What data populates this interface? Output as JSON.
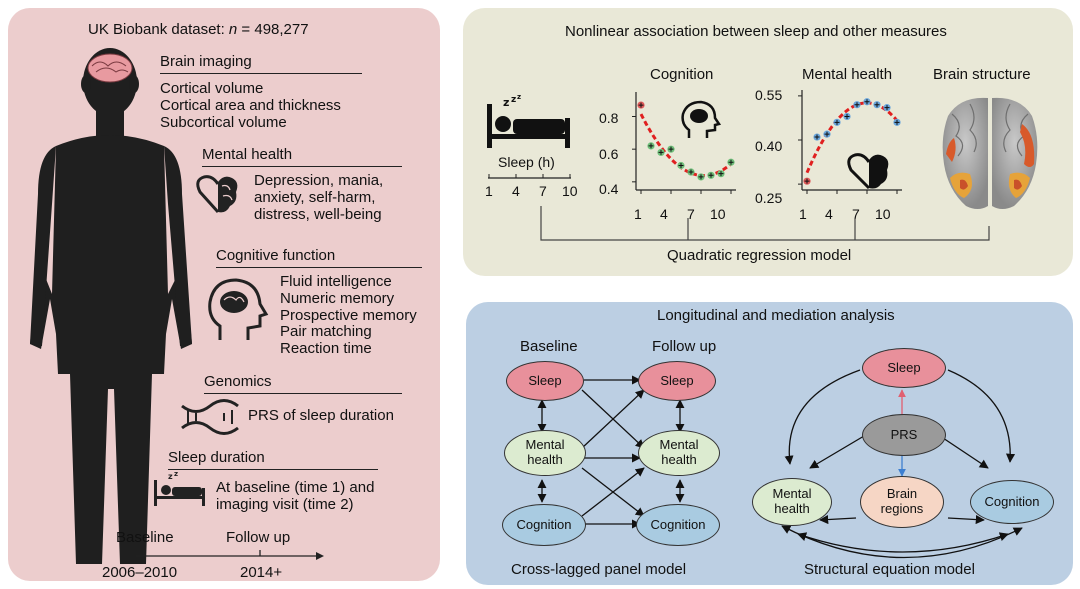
{
  "left_panel": {
    "title_prefix": "UK Biobank dataset: ",
    "title_n": "n",
    "title_value": " = 498,277",
    "brain_imaging": {
      "heading": "Brain imaging",
      "items": [
        "Cortical volume",
        "Cortical area and thickness",
        "Subcortical volume"
      ]
    },
    "mental_health": {
      "heading": "Mental health",
      "items": [
        "Depression, mania,",
        "anxiety, self-harm,",
        "distress, well-being"
      ]
    },
    "cognitive_function": {
      "heading": "Cognitive function",
      "items": [
        "Fluid intelligence",
        "Numeric memory",
        "Prospective memory",
        "Pair matching",
        "Reaction time"
      ]
    },
    "genomics": {
      "heading": "Genomics",
      "item": "PRS of sleep duration"
    },
    "sleep_duration": {
      "heading": "Sleep duration",
      "items": [
        "At baseline (time 1) and",
        "imaging visit (time 2)"
      ]
    },
    "timeline": {
      "start_label": "Baseline",
      "start_years": "2006–2010",
      "end_label": "Follow up",
      "end_years": "2014+"
    }
  },
  "top_panel": {
    "title": "Nonlinear association between sleep and other measures",
    "sleep_axis": {
      "label": "Sleep (h)",
      "ticks": [
        "1",
        "4",
        "7",
        "10"
      ]
    },
    "cognition": {
      "title": "Cognition",
      "y_ticks": [
        "0.8",
        "0.6",
        "0.4"
      ],
      "x_ticks": [
        "1",
        "4",
        "7",
        "10"
      ]
    },
    "mental_health": {
      "title": "Mental health",
      "y_ticks": [
        "0.55",
        "0.40",
        "0.25"
      ],
      "x_ticks": [
        "1",
        "4",
        "7",
        "10"
      ]
    },
    "brain_structure": {
      "title": "Brain structure"
    },
    "model_label": "Quadratic regression model"
  },
  "bottom_panel": {
    "title": "Longitudinal and mediation analysis",
    "clpm": {
      "baseline_label": "Baseline",
      "followup_label": "Follow up",
      "nodes": {
        "sleep": "Sleep",
        "mental": "Mental\nhealth",
        "cognition": "Cognition"
      },
      "caption": "Cross-lagged panel model"
    },
    "sem": {
      "nodes": {
        "sleep": "Sleep",
        "prs": "PRS",
        "mental": "Mental\nhealth",
        "brain": "Brain\nregions",
        "cognition": "Cognition"
      },
      "caption": "Structural equation model"
    }
  },
  "colors": {
    "sleep_node": "#e8909b",
    "mental_node": "#dcebd0",
    "cognition_node": "#a9cbe1",
    "prs_node": "#9a9a9a",
    "brain_node": "#f6d6c5",
    "fit_curve": "#e02020"
  },
  "chart_data": [
    {
      "type": "scatter",
      "title": "Cognition",
      "x": [
        1,
        2,
        3,
        4,
        5,
        6,
        7,
        8,
        9,
        10
      ],
      "y": [
        0.87,
        0.62,
        0.58,
        0.6,
        0.5,
        0.46,
        0.43,
        0.44,
        0.45,
        0.52
      ],
      "fit": "quadratic",
      "xlim": [
        0.5,
        10.5
      ],
      "ylim": [
        0.35,
        0.95
      ],
      "x_ticks": [
        1,
        4,
        7,
        10
      ],
      "y_ticks": [
        0.8,
        0.6,
        0.4
      ]
    },
    {
      "type": "scatter",
      "title": "Mental health",
      "x": [
        1,
        2,
        3,
        4,
        5,
        6,
        7,
        8,
        9,
        10
      ],
      "y": [
        0.26,
        0.41,
        0.42,
        0.46,
        0.48,
        0.52,
        0.53,
        0.52,
        0.51,
        0.46
      ],
      "fit": "quadratic",
      "xlim": [
        0.5,
        10.5
      ],
      "ylim": [
        0.23,
        0.57
      ],
      "x_ticks": [
        1,
        4,
        7,
        10
      ],
      "y_ticks": [
        0.55,
        0.4,
        0.25
      ]
    }
  ]
}
